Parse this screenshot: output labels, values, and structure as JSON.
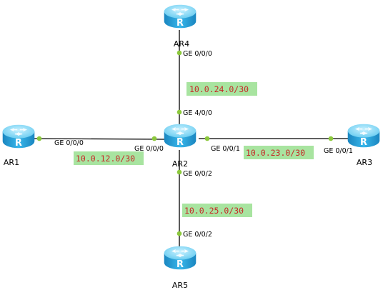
{
  "colors": {
    "link": "#000000",
    "port_dot": "#8cc83c",
    "subnet_bg": "#a8e4a0",
    "subnet_text": "#c62828",
    "router_body": "#2aa3da",
    "router_top": "#7fd8f5"
  },
  "icons": {
    "router": "router-icon"
  },
  "routers": {
    "ar1": {
      "label": "AR1"
    },
    "ar2": {
      "label": "AR2"
    },
    "ar3": {
      "label": "AR3"
    },
    "ar4": {
      "label": "AR4"
    },
    "ar5": {
      "label": "AR5"
    }
  },
  "ports": {
    "ar4_ge000": "GE 0/0/0",
    "ar2_ge400": "GE 4/0/0",
    "ar1_ge000": "GE 0/0/0",
    "ar2_ge000": "GE 0/0/0",
    "ar2_ge001": "GE 0/0/1",
    "ar3_ge001": "GE 0/0/1",
    "ar2_ge002": "GE 0/0/2",
    "ar5_ge002": "GE 0/0/2"
  },
  "subnets": {
    "ar2_ar4": "10.0.24.0/30",
    "ar1_ar2": "10.0.12.0/30",
    "ar2_ar3": "10.0.23.0/30",
    "ar2_ar5": "10.0.25.0/30"
  }
}
